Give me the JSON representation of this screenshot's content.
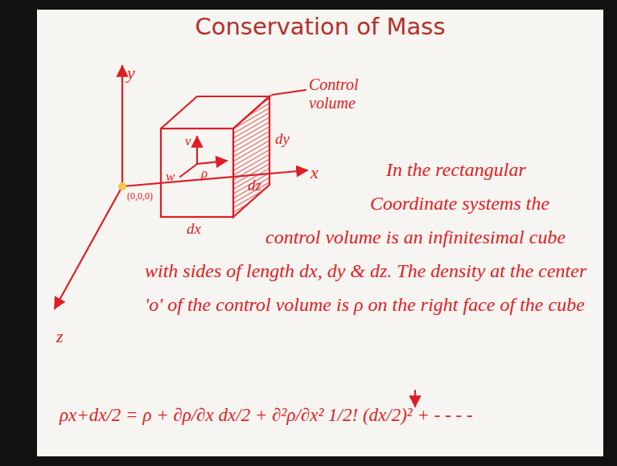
{
  "diagram": {
    "title": "Conservation of Mass",
    "labels": [
      "Control volume",
      "y",
      "x",
      "z",
      "(0,0,0)",
      "v",
      "w",
      "ρ",
      "dy",
      "dz",
      "dx",
      "In the rectangular Coordinate systems the control volume is an infinitesimal cube with sides of length dx, dy & dz. The density at the center 'o' of the control volume is ρ on the right face of the cube",
      "ρx+dx/2 = ρ + ∂ρ/∂x dx/2 + ∂²ρ/∂x² 1/2! (dx/2)² + - - - -"
    ]
  }
}
